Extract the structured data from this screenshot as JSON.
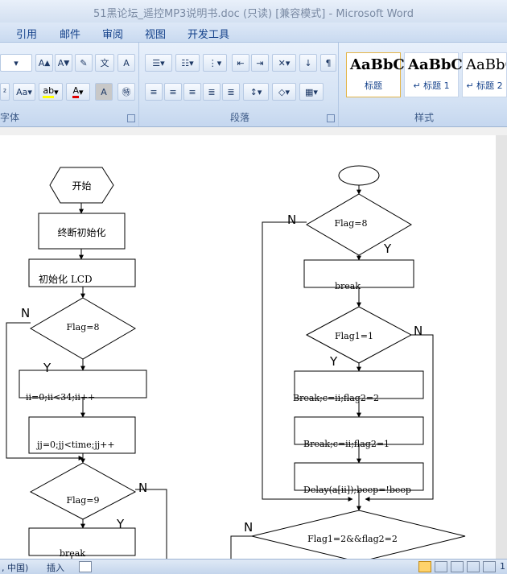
{
  "window": {
    "title": "51黑论坛_遥控MP3说明书.doc (只读) [兼容模式] - Microsoft Word"
  },
  "menu": {
    "tabs": [
      "引用",
      "邮件",
      "审阅",
      "视图",
      "开发工具"
    ]
  },
  "ribbon": {
    "font_group_label": "字体",
    "paragraph_group_label": "段落",
    "styles_group_label": "样式",
    "styles": [
      {
        "preview": "AaBbC",
        "name": "标题"
      },
      {
        "preview": "AaBbC",
        "name": "↵ 标题 1"
      },
      {
        "preview": "AaBbC",
        "name": "↵ 标题 2"
      }
    ]
  },
  "flowchart": {
    "left": {
      "start": "开始",
      "init_interrupt": "终断初始化",
      "init_lcd": "初始化 LCD",
      "cond_flag8": "Flag=8",
      "yes1": "Y",
      "no1": "N",
      "loop_ii": "ii=0;ii<34;ii++",
      "loop_jj": "jj=0;jj<time;jj++",
      "cond_flag9": "Flag=9",
      "yes2": "Y",
      "no2": "N",
      "break": "break"
    },
    "right": {
      "cond_flag8": "Flag=8",
      "no1": "N",
      "yes1": "Y",
      "break": "break",
      "cond_flag1": "Flag1=1",
      "no2": "N",
      "yes2": "Y",
      "set_flag2_2": "Break;c=ii;flag2=2",
      "set_flag2_1": "Break;c=ii;flag2=1",
      "delay": "Delay(a[ii]);beep=!beep",
      "cond_combined": "Flag1=2&&flag2=2",
      "no3": "N"
    }
  },
  "status": {
    "language": ", 中国)",
    "mode": "插入",
    "zoom": "1"
  }
}
